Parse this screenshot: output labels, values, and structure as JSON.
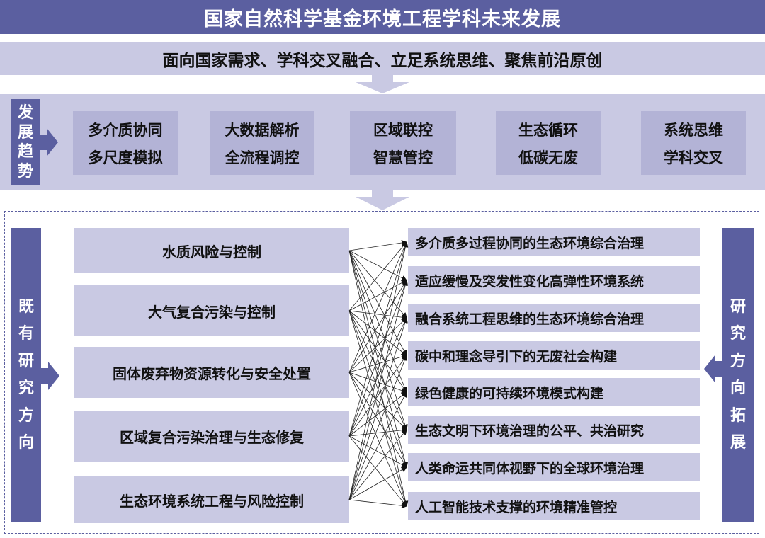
{
  "title": "国家自然科学基金环境工程学科未来发展",
  "subtitle": "面向国家需求、学科交叉融合、立足系统思维、聚焦前沿原创",
  "trend": {
    "label": [
      "发",
      "展",
      "趋",
      "势"
    ],
    "boxes": [
      {
        "line1": "多介质协同",
        "line2": "多尺度模拟"
      },
      {
        "line1": "大数据解析",
        "line2": "全流程调控"
      },
      {
        "line1": "区域联控",
        "line2": "智慧管控"
      },
      {
        "line1": "生态循环",
        "line2": "低碳无废"
      },
      {
        "line1": "系统思维",
        "line2": "学科交叉"
      }
    ]
  },
  "existing": {
    "label": [
      "既",
      "有",
      "研",
      "究",
      "方",
      "向"
    ],
    "items": [
      "水质风险与控制",
      "大气复合污染与控制",
      "固体废弃物资源转化与安全处置",
      "区域复合污染治理与生态修复",
      "生态环境系统工程与风险控制"
    ]
  },
  "expansion": {
    "label": [
      "研",
      "究",
      "方",
      "向",
      "拓",
      "展"
    ],
    "items": [
      "多介质多过程协同的生态环境综合治理",
      "适应缓慢及突发性变化高弹性环境系统",
      "融合系统工程思维的生态环境综合治理",
      "碳中和理念导引下的无废社会构建",
      "绿色健康的可持续环境模式构建",
      "生态文明下环境治理的公平、共治研究",
      "人类命运共同体视野下的全球环境治理",
      "人工智能技术支撑的环境精准管控"
    ]
  },
  "colors": {
    "dark": "#5b5fa0",
    "light": "#c9c9e3",
    "mid": "#b3b3d6"
  }
}
